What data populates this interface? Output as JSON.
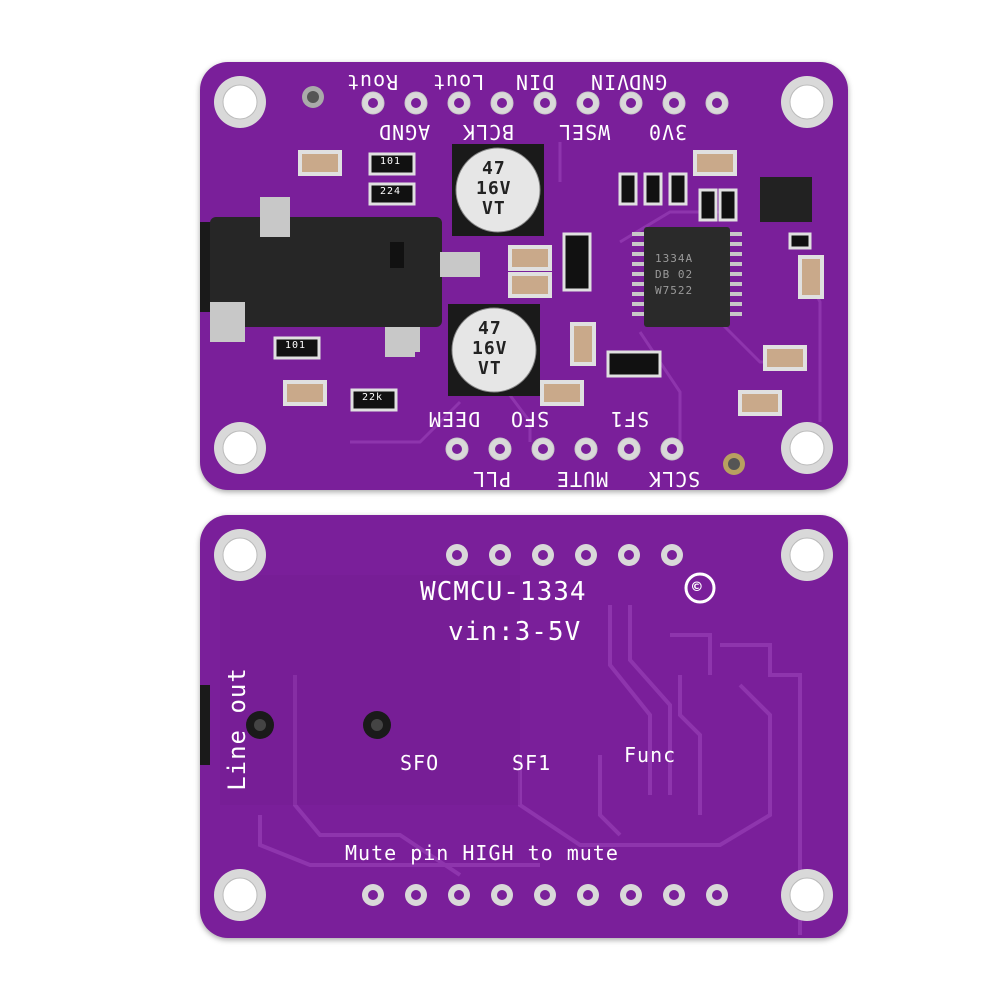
{
  "top_board": {
    "header_top_labels": [
      "VIN",
      "GND",
      "DIN",
      "Lout",
      "Rout"
    ],
    "header_top_labels_row2": [
      "3V0",
      "WSEL",
      "BCLK",
      "AGND"
    ],
    "bottom_labels_row1": [
      "SF1",
      "SFO",
      "DEEM"
    ],
    "bottom_labels_row2": [
      "SCLK",
      "MUTE",
      "PLL"
    ],
    "cap1_value": "47",
    "cap1_voltage": "16V",
    "cap1_code": "VT",
    "cap2_value": "47",
    "cap2_voltage": "16V",
    "cap2_code": "VT",
    "resistor_101": "101",
    "resistor_224": "224",
    "resistor_101b": "101",
    "resistor_22k": "22k",
    "chip_text_1": "1334A",
    "chip_text_2": "DB 02",
    "chip_text_3": "W7522"
  },
  "bottom_board": {
    "model": "WCMCU-1334",
    "copyright_symbol": "©",
    "voltage": "vin:3-5V",
    "line_out": "Line out",
    "sfo_label": "SFO",
    "sf1_label": "SF1",
    "func_label": "Func",
    "mute_note": "Mute pin HIGH to mute"
  },
  "colors": {
    "pcb": "#7a1f9a",
    "pad": "#d9d9d9",
    "silk": "#ffffff",
    "jack": "#1a1a1a"
  }
}
